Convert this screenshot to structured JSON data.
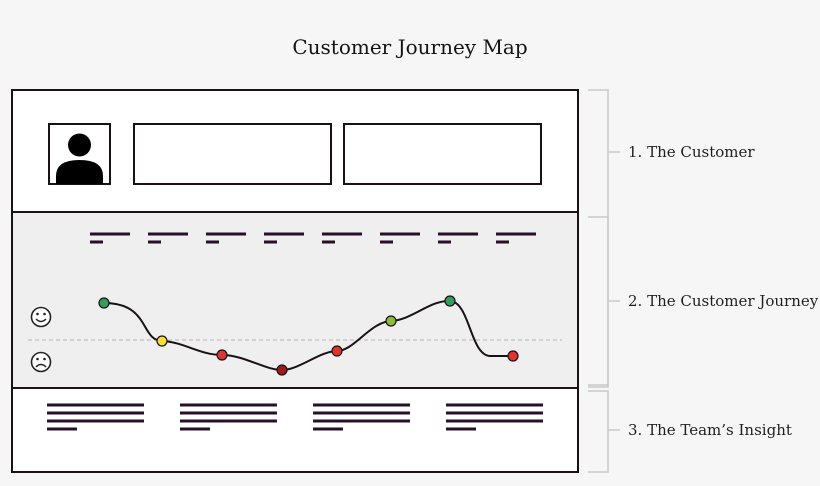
{
  "title": "Customer Journey Map",
  "sections": [
    {
      "label": "1. The Customer"
    },
    {
      "label": "2. The Customer Journey"
    },
    {
      "label": "3. The Team’s Insight"
    }
  ],
  "icons": {
    "persona": "person-silhouette-icon",
    "happy": "smiley-face-icon",
    "sad": "frowning-face-icon"
  },
  "journey": {
    "touchpoint_count": 8,
    "sentiment_points": [
      {
        "color": "#2f9e5f"
      },
      {
        "color": "#f2e12e"
      },
      {
        "color": "#d23a32"
      },
      {
        "color": "#9b1c1c"
      },
      {
        "color": "#e0332d"
      },
      {
        "color": "#8cbc3a"
      },
      {
        "color": "#2f9e5f"
      },
      {
        "color": "#e0332d"
      }
    ]
  },
  "insight_columns": 4,
  "colors": {
    "frame_stroke": "#1a1118",
    "journey_band": "#efefef",
    "bracket": "#c8c8c8",
    "text_lines": "#2a0f2a"
  }
}
